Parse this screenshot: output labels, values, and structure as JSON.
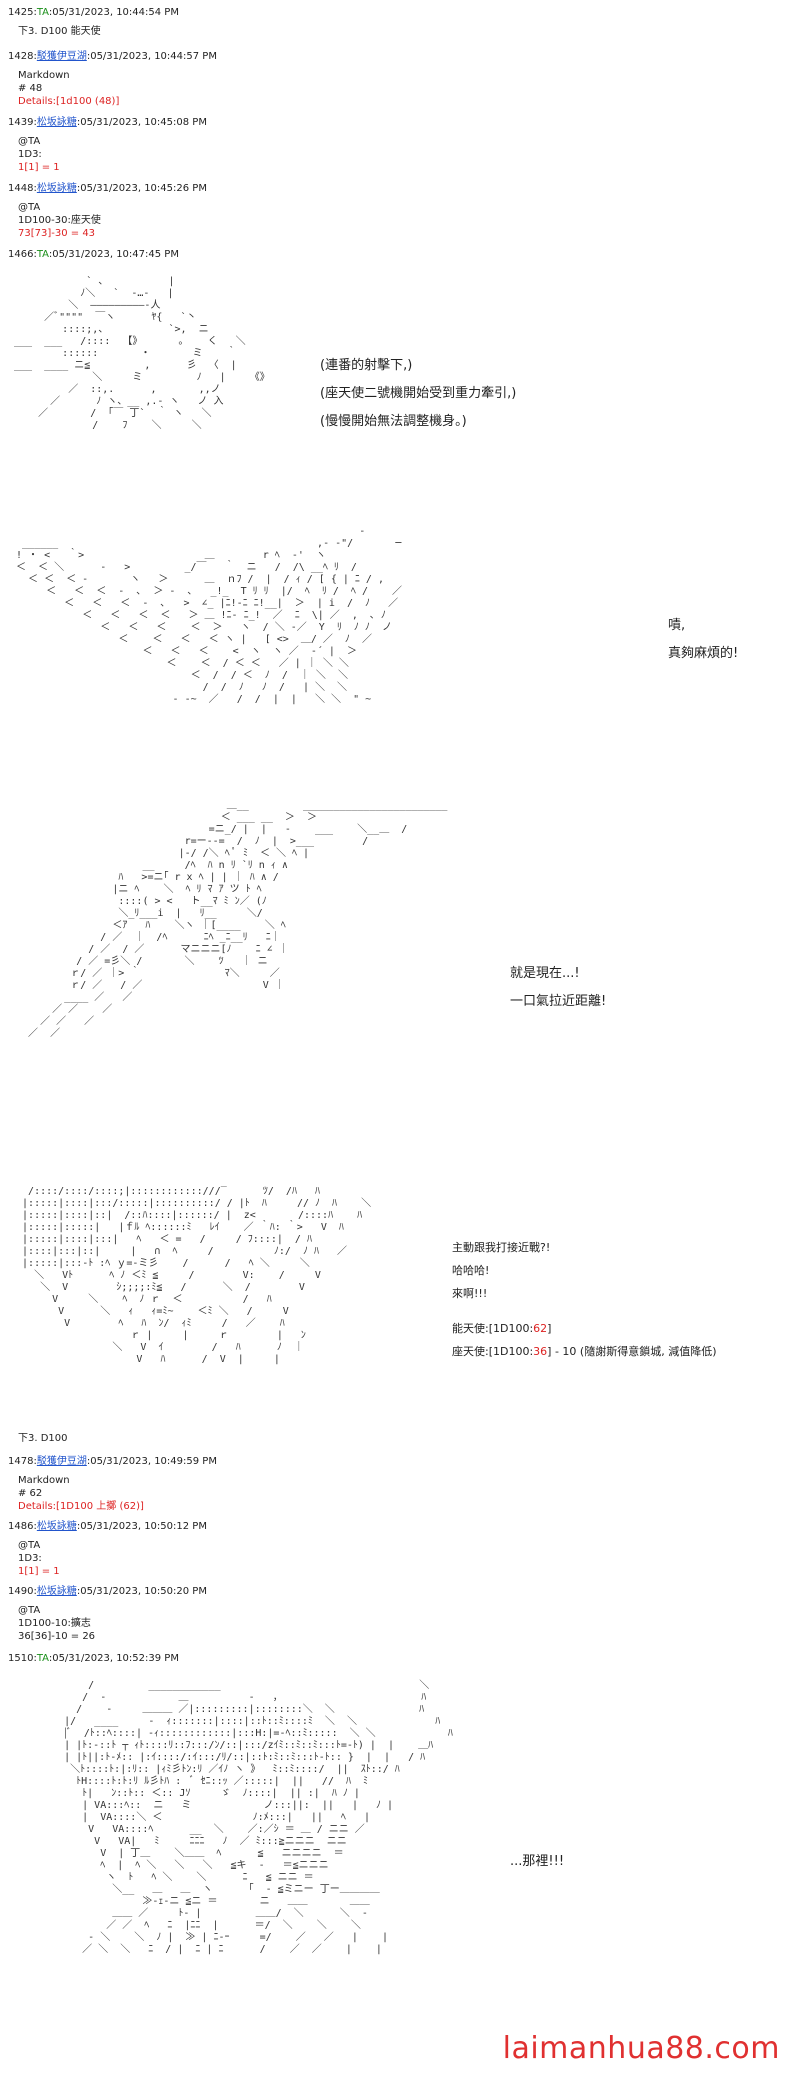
{
  "posts": [
    {
      "num": "1425",
      "name": "TA",
      "date": "05/31/2023, 10:44:54 PM",
      "lines": [
        "下3. D100 能天使"
      ]
    },
    {
      "num": "1428",
      "name": "駁獲伊豆湖",
      "date": "05/31/2023, 10:44:57 PM",
      "lines": [
        "Markdown",
        "# 48"
      ],
      "detail": "Details:[1d100 (48)]"
    },
    {
      "num": "1439",
      "name": "松坂詠糖",
      "date": "05/31/2023, 10:45:08 PM",
      "lines": [
        "@TA",
        "1D3:"
      ],
      "detail": "1[1] = 1"
    },
    {
      "num": "1448",
      "name": "松坂詠糖",
      "date": "05/31/2023, 10:45:26 PM",
      "lines": [
        "@TA",
        "1D100-30:座天使"
      ],
      "detail": "73[73]-30 = 43"
    },
    {
      "num": "1466",
      "name": "TA",
      "date": "05/31/2023, 10:47:45 PM",
      "lines": []
    },
    {
      "num": "1478",
      "name": "駁獲伊豆湖",
      "date": "05/31/2023, 10:49:59 PM",
      "lines": [
        "Markdown",
        "# 62"
      ],
      "detail": "Details:[1D100 上擲 (62)]"
    },
    {
      "num": "1486",
      "name": "松坂詠糖",
      "date": "05/31/2023, 10:50:12 PM",
      "lines": [
        "@TA",
        "1D3:"
      ],
      "detail": "1[1] = 1"
    },
    {
      "num": "1490",
      "name": "松坂詠糖",
      "date": "05/31/2023, 10:50:20 PM",
      "lines": [
        "@TA",
        "1D100-10:擴志",
        "36[36]-10 = 26"
      ]
    },
    {
      "num": "1510",
      "name": "TA",
      "date": "05/31/2023, 10:52:39 PM",
      "lines": []
    }
  ],
  "roll_note": "下3. D100",
  "panel1": {
    "lines": [
      "(連番的射擊下,)",
      "(座天使二號機開始受到重力牽引,)",
      "(慢慢開始無法調整機身。)"
    ]
  },
  "panel2": {
    "lines": [
      "嘖,",
      "真夠麻煩的!"
    ]
  },
  "panel3": {
    "lines": [
      "就是現在...!",
      "一口氣拉近距離!"
    ]
  },
  "panel4": {
    "lines": [
      "主動跟我打接近戰?!",
      "哈哈哈!",
      "來啊!!!"
    ],
    "roll_a_prefix": "能天使:[1D100:",
    "roll_a_value": "62",
    "roll_a_suffix": "]",
    "roll_b_prefix": "座天使:[1D100:",
    "roll_b_value": "36",
    "roll_b_suffix": "] - 10 (隨謝斯得意鎖城, 減值降低)"
  },
  "panel5": {
    "line": "...那裡!!!"
  },
  "watermark": "laimanhua88.com"
}
